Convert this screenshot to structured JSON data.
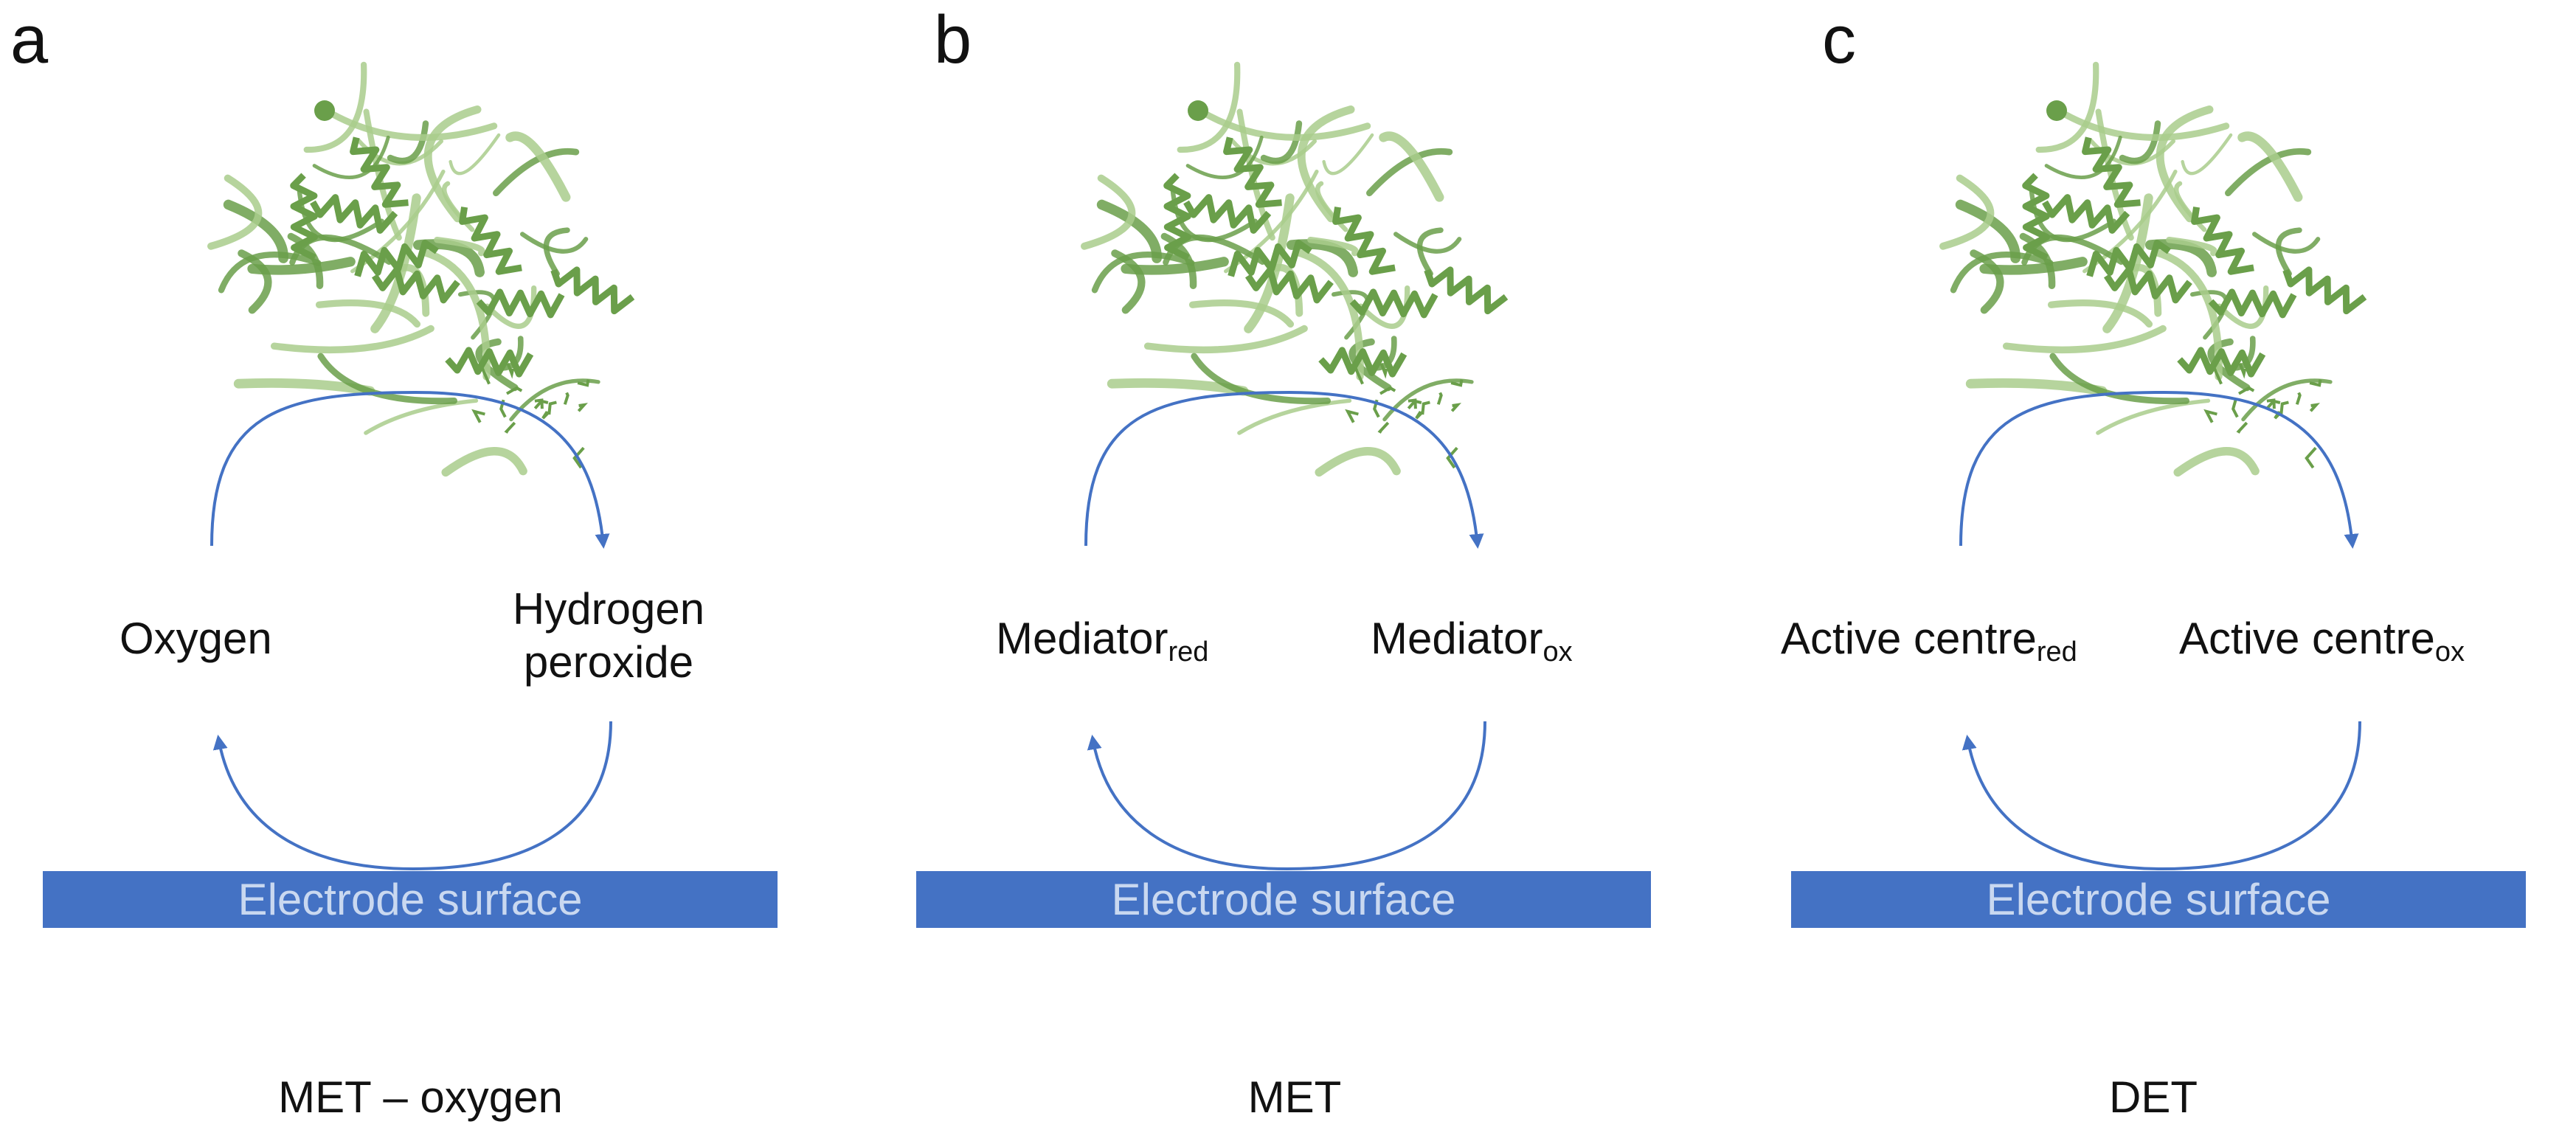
{
  "colors": {
    "electrode": "#4472c4",
    "electrode_text": "#c9d8f0",
    "arrow": "#4472c4",
    "protein_dark": "#6a9f4a",
    "protein_light": "#a9cc8c",
    "text": "#111111"
  },
  "panels": [
    {
      "letter": "a",
      "left_label": {
        "text": "Oxygen",
        "sub": ""
      },
      "right_label": {
        "line1": "Hydrogen",
        "line2": "peroxide"
      },
      "electrode": "Electrode surface",
      "caption": "MET – oxygen",
      "protein_icon": "enzyme-structure"
    },
    {
      "letter": "b",
      "left_label": {
        "text": "Mediator",
        "sub": "red"
      },
      "right_label": {
        "text": "Mediator",
        "sub": "ox"
      },
      "electrode": "Electrode surface",
      "caption": "MET",
      "protein_icon": "enzyme-structure"
    },
    {
      "letter": "c",
      "left_label": {
        "text": "Active centre",
        "sub": "red"
      },
      "right_label": {
        "text": "Active centre",
        "sub": "ox"
      },
      "electrode": "Electrode surface",
      "caption": "DET",
      "protein_icon": "enzyme-structure"
    }
  ]
}
